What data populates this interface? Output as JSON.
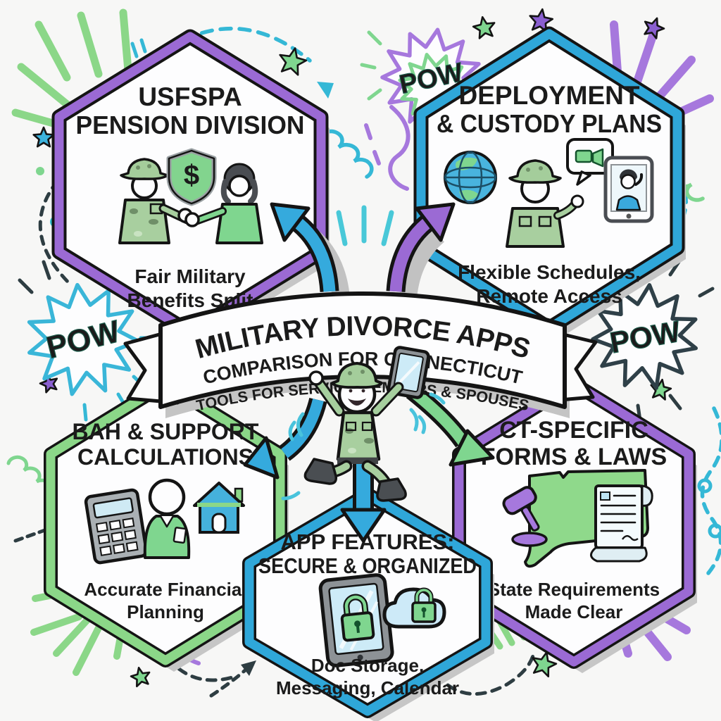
{
  "banner": {
    "line1": "MILITARY DIVORCE APPS",
    "line2": "COMPARISON FOR CONNECTICUT",
    "line3": "TOOLS FOR SERVICE MEMBERS & SPOUSES"
  },
  "hexagons": [
    {
      "id": "usfspa",
      "title1": "USFSPA",
      "title2": "PENSION DIVISION",
      "caption1": "Fair Military",
      "caption2": "Benefits Split",
      "border_color": "#9b6ad4",
      "shield_dollar": "$",
      "icons": [
        "soldier-icon",
        "dollar-shield-icon",
        "handshake-icon",
        "spouse-icon"
      ]
    },
    {
      "id": "deployment",
      "title1": "DEPLOYMENT",
      "title2": "& CUSTODY PLANS",
      "caption1": "Flexible Schedules,",
      "caption2": "Remote Access",
      "border_color": "#2fa7d9",
      "icons": [
        "globe-icon",
        "soldier-icon",
        "video-chat-bubble-icon",
        "tablet-child-icon"
      ]
    },
    {
      "id": "bah",
      "title1": "BAH & SUPPORT",
      "title2": "CALCULATIONS",
      "caption1": "Accurate Financial",
      "caption2": "Planning",
      "border_color": "#8bd788",
      "icons": [
        "calculator-icon",
        "person-icon",
        "house-icon"
      ]
    },
    {
      "id": "ct-forms",
      "title1": "CT-SPECIFIC",
      "title2": "FORMS & LAWS",
      "caption1": "State Requirements",
      "caption2": "Made Clear",
      "border_color": "#9b6ad4",
      "icons": [
        "gavel-icon",
        "connecticut-map-icon",
        "document-scroll-icon"
      ]
    },
    {
      "id": "app-features",
      "title1": "APP FEATURES:",
      "title2": "SECURE & ORGANIZED",
      "caption1": "Doc Storage,",
      "caption2": "Messaging, Calendar",
      "border_color": "#2fa7d9",
      "icons": [
        "tablet-lock-icon",
        "cloud-lock-icon"
      ]
    }
  ],
  "decorations": {
    "pow_left": "POW",
    "pow_top": "POW",
    "pow_right": "POW",
    "mascot": "jumping-soldier-with-tablet"
  },
  "colors": {
    "purple": "#9b6ad4",
    "blue": "#2fa7d9",
    "green": "#8bd788",
    "teal": "#35b8d6",
    "accent_green": "#7fd68f",
    "ink": "#141414",
    "shadow": "#c6c6c6",
    "paper": "#fdfdfe"
  }
}
